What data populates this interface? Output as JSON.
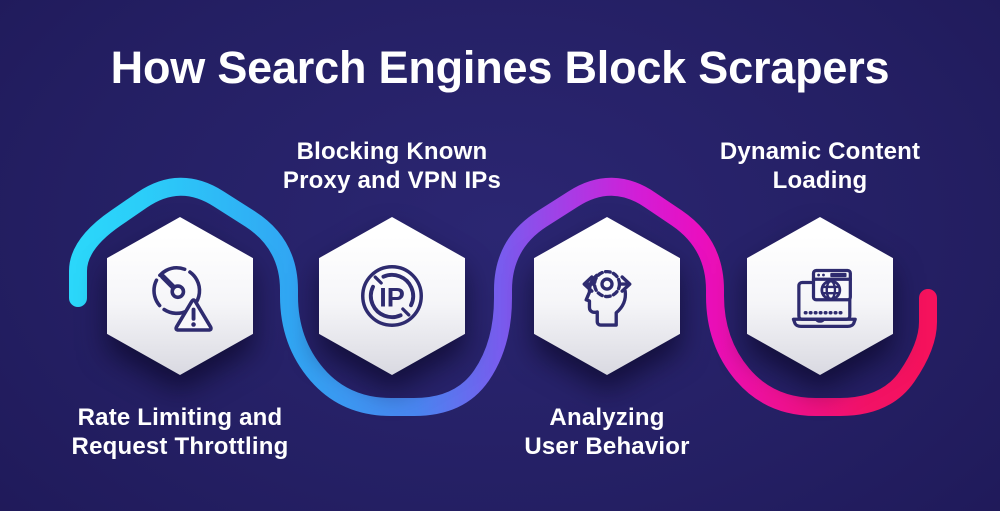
{
  "title": "How Search Engines Block Scrapers",
  "steps": [
    {
      "id": "rate-limiting",
      "label_line1": "Rate Limiting and",
      "label_line2": "Request Throttling",
      "icon": "speedometer-warning-icon",
      "label_position": "below"
    },
    {
      "id": "proxy-vpn-ips",
      "label_line1": "Blocking Known",
      "label_line2": "Proxy and VPN IPs",
      "icon": "blocked-ip-icon",
      "label_position": "above",
      "icon_text": "IP"
    },
    {
      "id": "user-behavior",
      "label_line1": "Analyzing",
      "label_line2": "User Behavior",
      "icon": "head-gear-icon",
      "label_position": "below"
    },
    {
      "id": "dynamic-content",
      "label_line1": "Dynamic Content",
      "label_line2": "Loading",
      "icon": "laptop-globe-icon",
      "label_position": "above"
    }
  ],
  "colors": {
    "background_center": "#2b2672",
    "background_edge": "#161143",
    "title_text": "#ffffff",
    "label_text": "#ffffff",
    "hexagon_fill_top": "#ffffff",
    "hexagon_fill_bottom": "#d9d9e1",
    "icon_stroke": "#2e2b6f",
    "line_gradient": [
      {
        "offset": 0.0,
        "color": "#2bd7fa"
      },
      {
        "offset": 0.08,
        "color": "#2bcdf9"
      },
      {
        "offset": 0.25,
        "color": "#31a6f3"
      },
      {
        "offset": 0.4,
        "color": "#4a85f0"
      },
      {
        "offset": 0.5,
        "color": "#7a5bee"
      },
      {
        "offset": 0.58,
        "color": "#a93be5"
      },
      {
        "offset": 0.66,
        "color": "#d31dd6"
      },
      {
        "offset": 0.73,
        "color": "#e90fc0"
      },
      {
        "offset": 0.83,
        "color": "#ee1190"
      },
      {
        "offset": 0.93,
        "color": "#f21266"
      },
      {
        "offset": 1.0,
        "color": "#f5125c"
      }
    ]
  }
}
